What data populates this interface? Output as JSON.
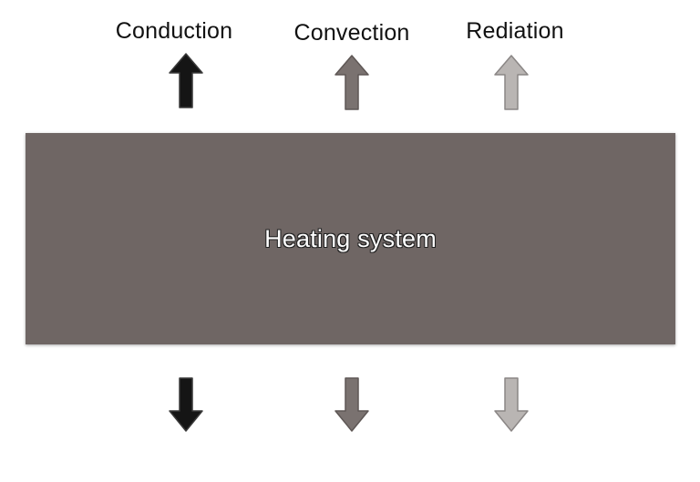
{
  "modes": {
    "conduction": {
      "label": "Conduction",
      "color": "#151515"
    },
    "convection": {
      "label": "Convection",
      "color": "#7a7270"
    },
    "radiation": {
      "label": "Rediation",
      "color": "#b9b5b3"
    }
  },
  "heating_system": {
    "label": "Heating system",
    "fill_color": "#6f6664"
  },
  "arrows": {
    "up": [
      "conduction",
      "convection",
      "radiation"
    ],
    "down": [
      "conduction",
      "convection",
      "radiation"
    ]
  }
}
